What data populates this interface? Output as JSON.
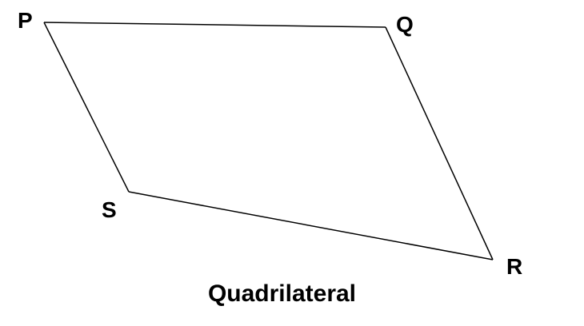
{
  "diagram": {
    "caption": "Quadrilateral",
    "line_color": "#000000",
    "vertices": [
      {
        "label": "P"
      },
      {
        "label": "Q"
      },
      {
        "label": "R"
      },
      {
        "label": "S"
      }
    ]
  }
}
